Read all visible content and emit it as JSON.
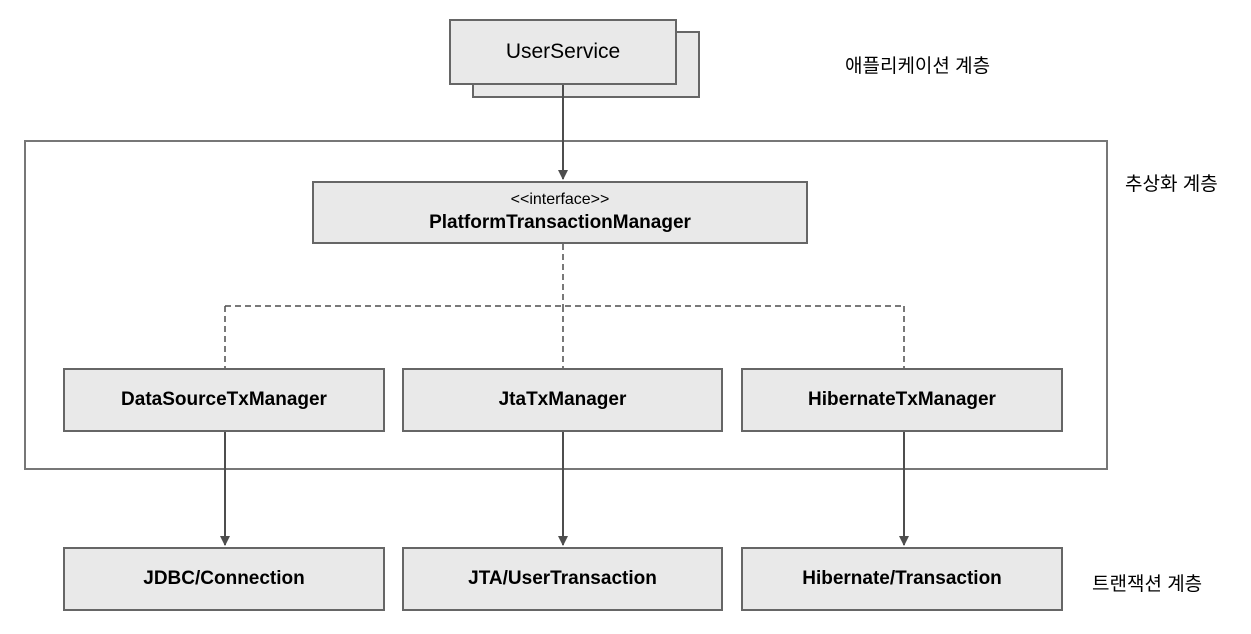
{
  "colors": {
    "background": "#ffffff",
    "node_fill": "#e9e9e9",
    "node_border": "#666666",
    "frame_border": "#777777",
    "line": "#4d4d4d",
    "text": "#000000"
  },
  "nodes": {
    "user_service": {
      "label": "UserService"
    },
    "platform_tx_manager": {
      "stereotype": "<<interface>>",
      "label": "PlatformTransactionManager"
    },
    "datasource_tx_manager": {
      "label": "DataSourceTxManager"
    },
    "jta_tx_manager": {
      "label": "JtaTxManager"
    },
    "hibernate_tx_manager": {
      "label": "HibernateTxManager"
    },
    "jdbc_connection": {
      "label": "JDBC/Connection"
    },
    "jta_user_transaction": {
      "label": "JTA/UserTransaction"
    },
    "hibernate_transaction": {
      "label": "Hibernate/Transaction"
    }
  },
  "layer_labels": {
    "application": "애플리케이션 계층",
    "abstraction": "추상화 계층",
    "transaction": "트랜잭션 계층"
  },
  "edges": [
    {
      "from": "UserService",
      "to": "PlatformTransactionManager",
      "style": "solid-arrow"
    },
    {
      "from": "PlatformTransactionManager",
      "to": "DataSourceTxManager",
      "style": "dashed"
    },
    {
      "from": "PlatformTransactionManager",
      "to": "JtaTxManager",
      "style": "dashed"
    },
    {
      "from": "PlatformTransactionManager",
      "to": "HibernateTxManager",
      "style": "dashed"
    },
    {
      "from": "DataSourceTxManager",
      "to": "JDBC/Connection",
      "style": "solid-arrow"
    },
    {
      "from": "JtaTxManager",
      "to": "JTA/UserTransaction",
      "style": "solid-arrow"
    },
    {
      "from": "HibernateTxManager",
      "to": "Hibernate/Transaction",
      "style": "solid-arrow"
    }
  ]
}
